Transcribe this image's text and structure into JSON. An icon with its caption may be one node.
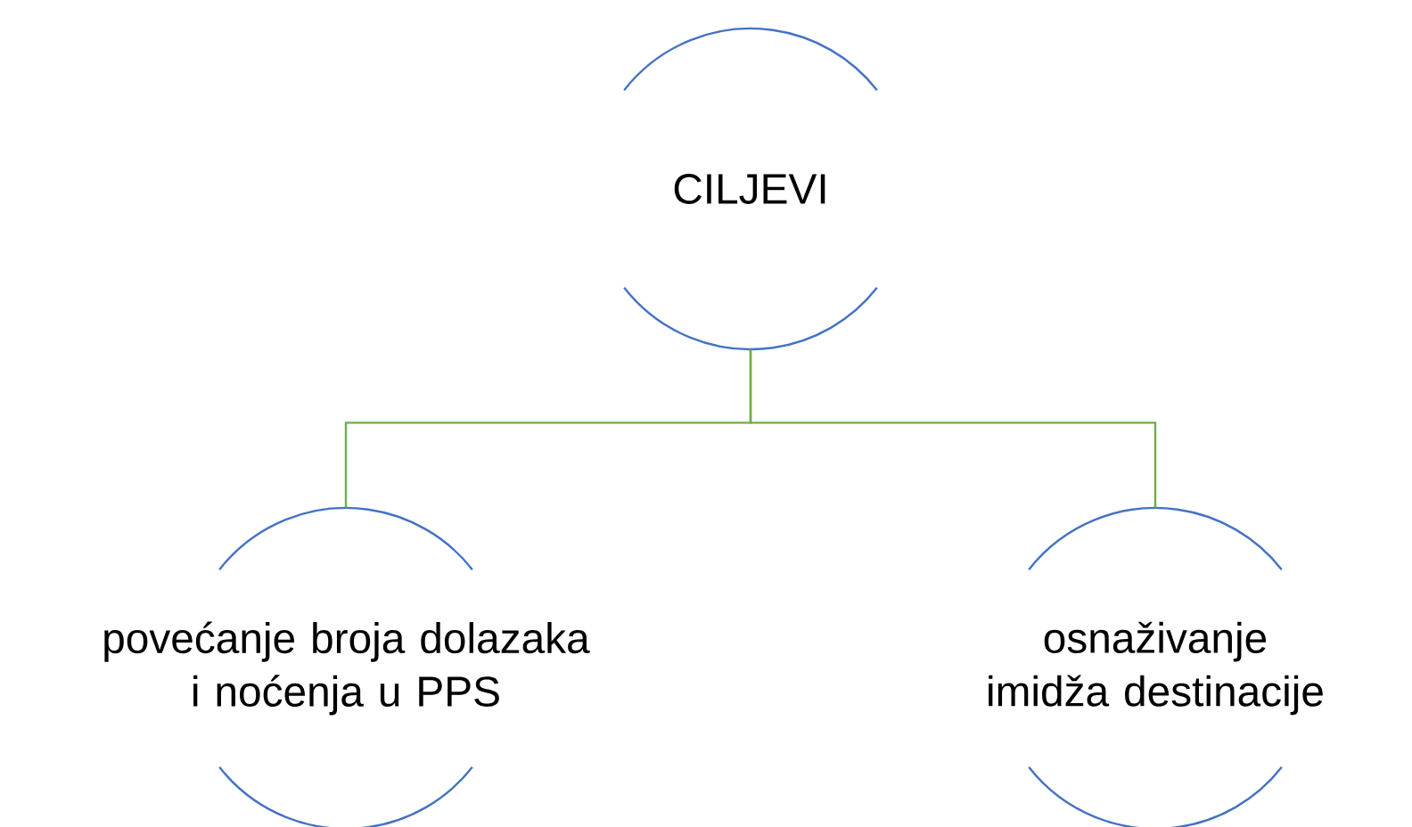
{
  "diagram": {
    "nodes": [
      {
        "text": [
          "CILJEVI"
        ]
      },
      {
        "text": [
          "povećanje broja dolazaka i noćenja u PPS"
        ]
      },
      {
        "text": [
          "osnaživanje imidža destinacije"
        ]
      }
    ],
    "edges": [
      {
        "from": 0,
        "to": 1,
        "arrow": "none"
      },
      {
        "from": 0,
        "to": 2,
        "arrow": "none"
      }
    ]
  }
}
